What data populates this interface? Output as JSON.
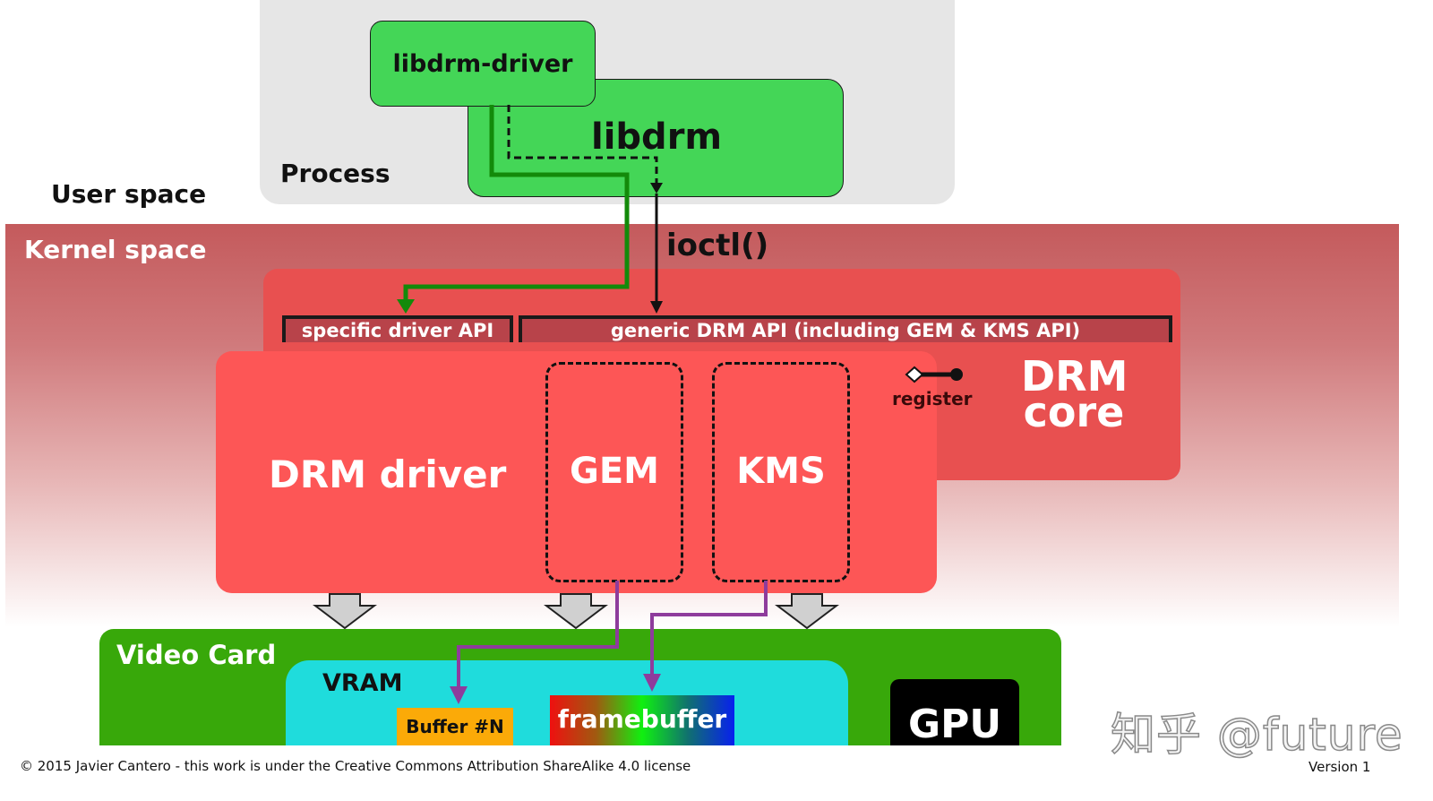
{
  "user_space": {
    "label": "User space"
  },
  "kernel_space": {
    "label": "Kernel space"
  },
  "process": {
    "label": "Process",
    "libdrm": "libdrm",
    "libdrm_driver": "libdrm-driver"
  },
  "ioctl": "ioctl()",
  "drm_core": {
    "label_line1": "DRM",
    "label_line2": "core",
    "specific_api": "specific driver API",
    "generic_api": "generic DRM API (including GEM & KMS API)",
    "register": "register"
  },
  "drm_driver": {
    "label": "DRM driver",
    "gem": "GEM",
    "kms": "KMS"
  },
  "video_card": {
    "label": "Video Card",
    "vram": "VRAM",
    "buffer": "Buffer #N",
    "framebuffer": "framebuffer",
    "gpu": "GPU"
  },
  "footer": {
    "copyright": "© 2015 Javier Cantero - this work is under the Creative Commons Attribution ShareAlike 4.0 license",
    "version": "Version 1",
    "watermark": "知乎 @future"
  },
  "colors": {
    "libdrm_green": "#44d657",
    "drm_core": "#e85050",
    "drm_driver": "#fd5656",
    "video_card": "#38a80a",
    "vram": "#1fdcdc",
    "buffer": "#fbaa08",
    "purple_line": "#8e3c9c",
    "green_line": "#138a0a"
  }
}
